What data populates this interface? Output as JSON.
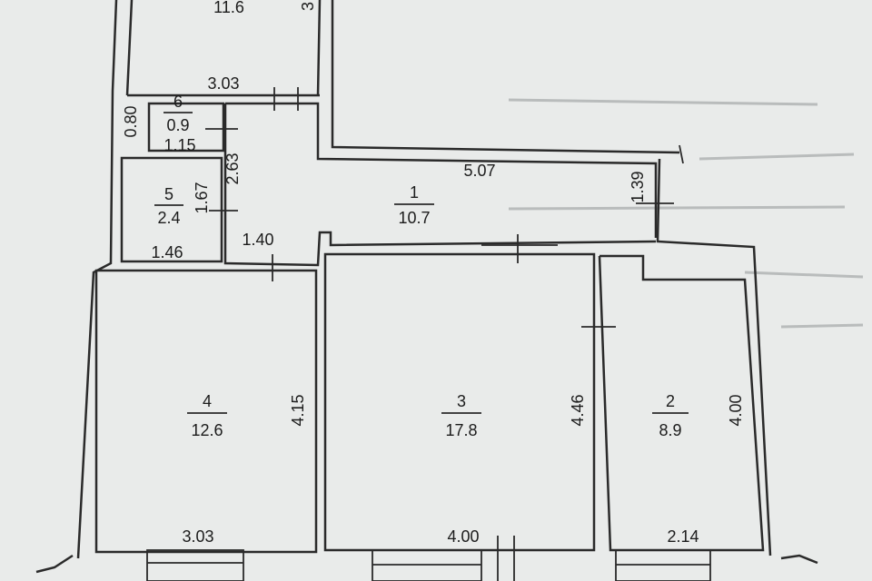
{
  "plan": {
    "top_room": {
      "area": "11.6",
      "side": "3"
    },
    "dimensions": {
      "top_room_width": "3.03",
      "closet_height": "0.80",
      "closet_width": "1.15",
      "hall_height": "2.63",
      "hall_width": "5.07",
      "bath_wall": "1.67",
      "bath_width": "1.46",
      "corridor_gap": "1.40",
      "entry_width": "1.39"
    },
    "rooms": [
      {
        "number": "1",
        "area": "10.7"
      },
      {
        "number": "2",
        "area": "8.9",
        "height": "4.00",
        "width": "2.14"
      },
      {
        "number": "3",
        "area": "17.8",
        "height": "4.46",
        "width": "4.00"
      },
      {
        "number": "4",
        "area": "12.6",
        "height": "4.15",
        "width": "3.03"
      },
      {
        "number": "5",
        "area": "2.4"
      },
      {
        "number": "6",
        "area": "0.9"
      }
    ]
  }
}
